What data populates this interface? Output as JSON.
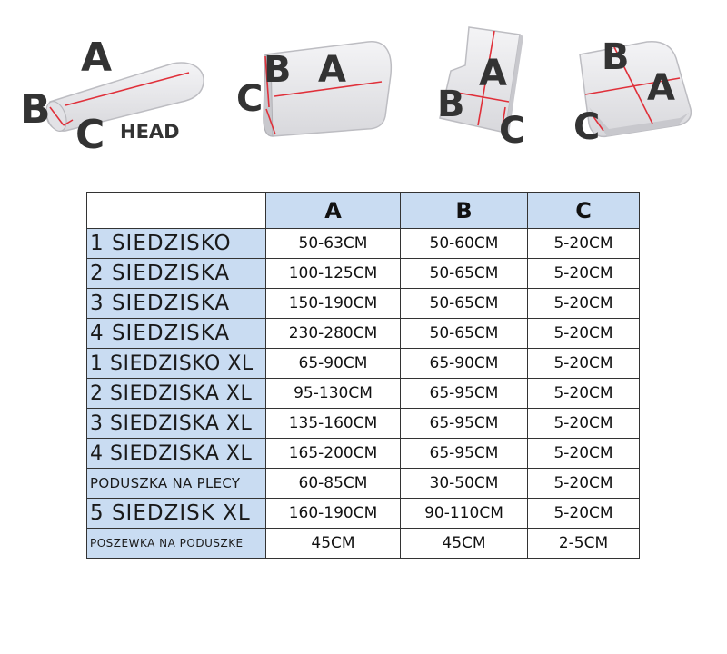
{
  "diagrams": {
    "bolster": {
      "a": "A",
      "b": "B",
      "c": "C",
      "head": "HEAD"
    },
    "wedge": {
      "a": "A",
      "b": "B",
      "c": "C"
    },
    "backrest": {
      "a": "A",
      "b": "B",
      "c": "C"
    },
    "cushion": {
      "a": "A",
      "b": "B",
      "c": "C"
    }
  },
  "colors": {
    "header_bg": "#c9dcf2",
    "measure_line": "#e0303a",
    "shape_fill": "#e8e8ea"
  },
  "table": {
    "headers": [
      "",
      "A",
      "B",
      "C"
    ],
    "rows": [
      {
        "name": "1 SIEDZISKO",
        "a": "50-63CM",
        "b": "50-60CM",
        "c": "5-20CM"
      },
      {
        "name": "2 SIEDZISKA",
        "a": "100-125CM",
        "b": "50-65CM",
        "c": "5-20CM"
      },
      {
        "name": "3 SIEDZISKA",
        "a": "150-190CM",
        "b": "50-65CM",
        "c": "5-20CM"
      },
      {
        "name": "4 SIEDZISKA",
        "a": "230-280CM",
        "b": "50-65CM",
        "c": "5-20CM"
      },
      {
        "name": "1 SIEDZISKO XL",
        "a": "65-90CM",
        "b": "65-90CM",
        "c": "5-20CM"
      },
      {
        "name": "2 SIEDZISKA XL",
        "a": "95-130CM",
        "b": "65-95CM",
        "c": "5-20CM"
      },
      {
        "name": "3 SIEDZISKA XL",
        "a": "135-160CM",
        "b": "65-95CM",
        "c": "5-20CM"
      },
      {
        "name": "4 SIEDZISKA XL",
        "a": "165-200CM",
        "b": "65-95CM",
        "c": "5-20CM"
      },
      {
        "name": "PODUSZKA NA PLECY",
        "a": "60-85CM",
        "b": "30-50CM",
        "c": "5-20CM"
      },
      {
        "name": "5 SIEDZISK XL",
        "a": "160-190CM",
        "b": "90-110CM",
        "c": "5-20CM"
      },
      {
        "name": "POSZEWKA NA PODUSZKE",
        "a": "45CM",
        "b": "45CM",
        "c": "2-5CM"
      }
    ]
  }
}
